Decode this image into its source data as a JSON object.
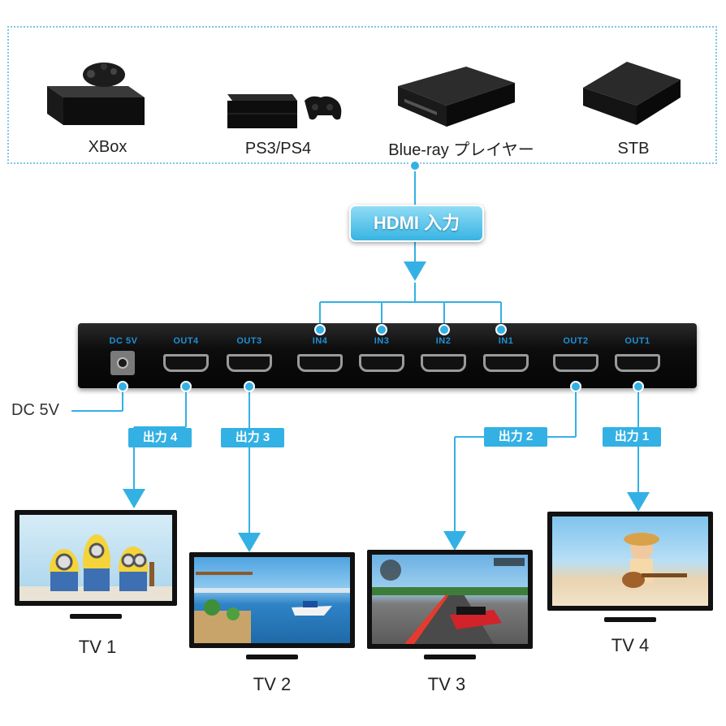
{
  "sources": [
    {
      "name": "XBox",
      "icon": "xbox-console-icon"
    },
    {
      "name": "PS3/PS4",
      "icon": "playstation-console-icon"
    },
    {
      "name": "Blue-ray プレイヤー",
      "icon": "bluray-player-icon"
    },
    {
      "name": "STB",
      "icon": "set-top-box-icon"
    }
  ],
  "input_badge": "HDMI 入力",
  "switch": {
    "dc_label": "DC 5V",
    "ports": [
      "OUT4",
      "OUT3",
      "IN4",
      "IN3",
      "IN2",
      "IN1",
      "OUT2",
      "OUT1"
    ]
  },
  "power_label": "DC 5V",
  "outputs": [
    "出力 4",
    "出力 3",
    "出力 2",
    "出力 1"
  ],
  "tvs": [
    "TV 1",
    "TV 2",
    "TV 3",
    "TV 4"
  ],
  "colors": {
    "accent": "#33b1e4",
    "port_label": "#1e90d6",
    "dotted_border": "#7cc7e6"
  }
}
